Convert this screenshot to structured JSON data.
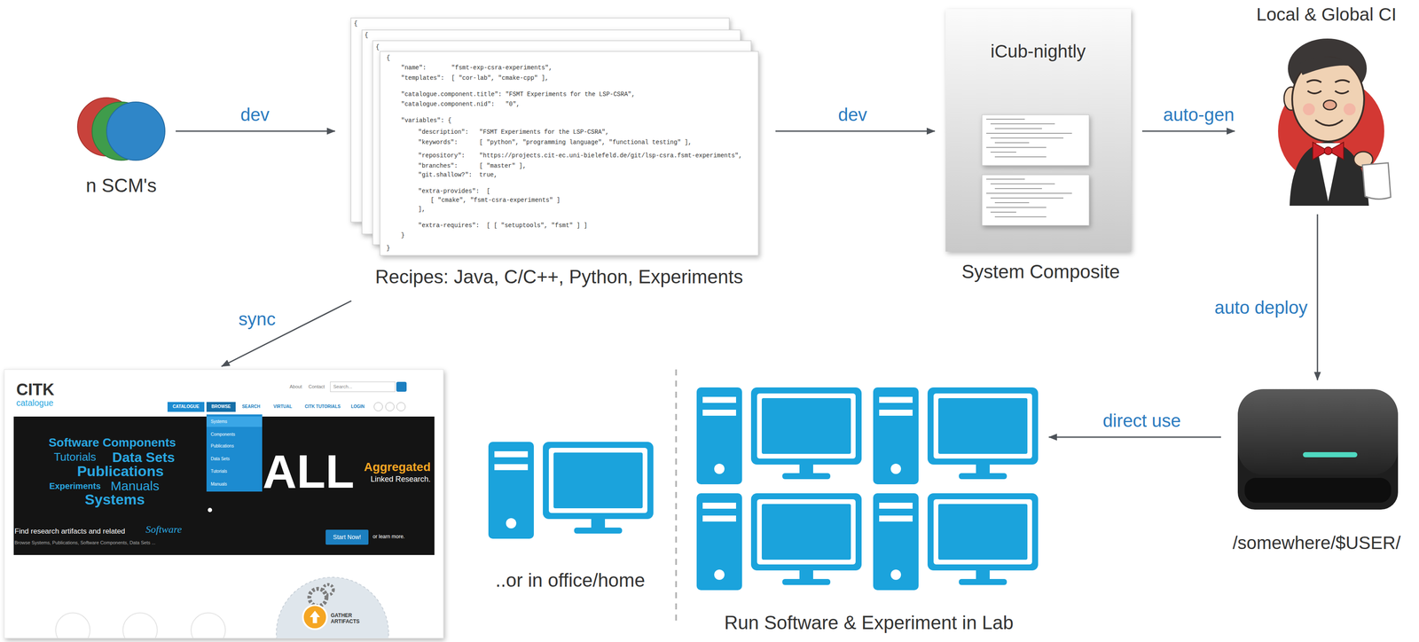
{
  "diagram": {
    "nodes": [
      {
        "text": [
          "n SCM's"
        ]
      },
      {
        "text": [
          "Recipes: Java, C/C++, Python, Experiments"
        ]
      },
      {
        "text": [
          "iCub-nightly",
          "System Composite"
        ]
      },
      {
        "text": [
          "Local & Global CI"
        ]
      },
      {
        "text": [
          "/somewhere/$USER/"
        ]
      },
      {
        "text": [
          "Run Software & Experiment in Lab"
        ]
      },
      {
        "text": [
          "..or in office/home"
        ]
      },
      {
        "text": [
          "CITK",
          "catalogue"
        ]
      }
    ],
    "edges": [
      {
        "from": 0,
        "to": 1,
        "label": "dev",
        "arrow": "to"
      },
      {
        "from": 1,
        "to": 2,
        "label": "dev",
        "arrow": "to"
      },
      {
        "from": 2,
        "to": 3,
        "label": "auto-gen",
        "arrow": "to"
      },
      {
        "from": 3,
        "to": 4,
        "label": "auto deploy",
        "arrow": "to"
      },
      {
        "from": 4,
        "to": 5,
        "label": "direct use",
        "arrow": "to"
      },
      {
        "from": 1,
        "to": 7,
        "label": "sync",
        "arrow": "to"
      }
    ],
    "labels": [
      "{",
      "{",
      "{",
      "{",
      "\"name\":       \"fsmt-exp-csra-experiments\",",
      "\"templates\":  [ \"cor-lab\", \"cmake-cpp\" ],",
      "\"catalogue.component.title\": \"FSMT Experiments for the LSP-CSRA\",",
      "\"catalogue.component.nid\":   \"0\",",
      "\"variables\": {",
      "\"description\":   \"FSMT Experiments for the LSP-CSRA\",",
      "\"keywords\":      [ \"python\", \"programming language\", \"functional testing\" ],",
      "\"repository\":    \"https://projects.cit-ec.uni-bielefeld.de/git/lsp-csra.fsmt-experiments\",",
      "\"branches\":      [ \"master\" ],",
      "\"git.shallow?\":  true,",
      "\"extra-provides\":  [",
      "[ \"cmake\", \"fsmt-csra-experiments\" ]",
      "],",
      "\"extra-requires\":  [ [ \"setuptools\", \"fsmt\" ] ]",
      "}",
      "}",
      "About",
      "Contact",
      "Search...",
      "CATALOGUE",
      "BROWSE",
      "SEARCH",
      "VIRTUAL",
      "CITK TUTORIALS",
      "LOGIN",
      "Systems",
      "Components",
      "Publications",
      "Data Sets",
      "Tutorials",
      "Manuals",
      "Software Components",
      "Tutorials",
      "Data Sets",
      "Publications",
      "Experiments",
      "Manuals",
      "Systems",
      "ALL",
      "Aggregated",
      "Linked Research.",
      "Find research artifacts and related",
      "Software",
      "Browse Systems, Publications, Software Components, Data Sets ...",
      "Start Now!",
      "or learn more.",
      "GATHER ARTIFACTS"
    ]
  }
}
